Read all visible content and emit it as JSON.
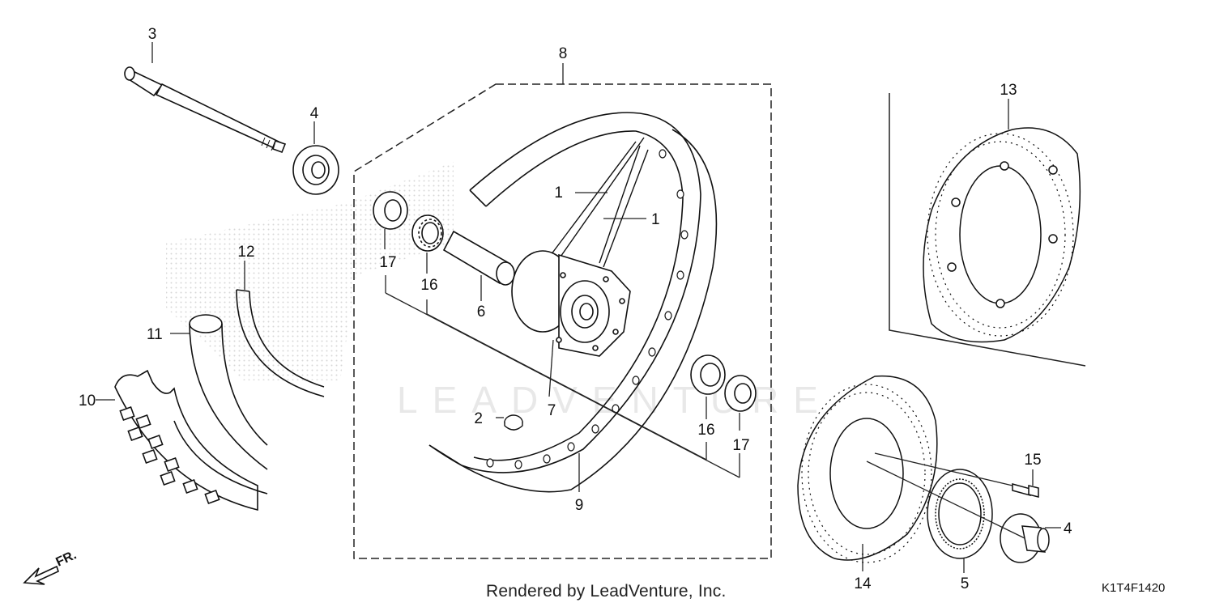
{
  "diagram": {
    "callouts": [
      {
        "id": "p1a",
        "text": "1"
      },
      {
        "id": "p1b",
        "text": "1"
      },
      {
        "id": "p2",
        "text": "2"
      },
      {
        "id": "p3",
        "text": "3"
      },
      {
        "id": "p4a",
        "text": "4"
      },
      {
        "id": "p4b",
        "text": "4"
      },
      {
        "id": "p5",
        "text": "5"
      },
      {
        "id": "p6",
        "text": "6"
      },
      {
        "id": "p7",
        "text": "7"
      },
      {
        "id": "p8",
        "text": "8"
      },
      {
        "id": "p9",
        "text": "9"
      },
      {
        "id": "p10",
        "text": "10"
      },
      {
        "id": "p11",
        "text": "11"
      },
      {
        "id": "p12",
        "text": "12"
      },
      {
        "id": "p13",
        "text": "13"
      },
      {
        "id": "p14",
        "text": "14"
      },
      {
        "id": "p15",
        "text": "15"
      },
      {
        "id": "p16a",
        "text": "16"
      },
      {
        "id": "p16b",
        "text": "16"
      },
      {
        "id": "p17a",
        "text": "17"
      },
      {
        "id": "p17b",
        "text": "17"
      }
    ],
    "direction_label": "FR.",
    "watermark_text": "LEADVENTURE",
    "footer_text": "Rendered by LeadVenture, Inc.",
    "diagram_code": "K1T4F1420",
    "colors": {
      "ink": "#111111",
      "watermark": "#e6e6e6",
      "background": "#ffffff"
    }
  }
}
